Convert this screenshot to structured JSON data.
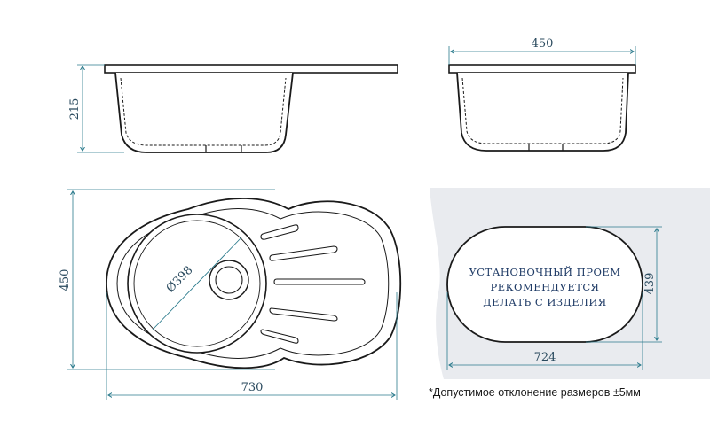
{
  "dimensions": {
    "side_height": "215",
    "front_width": "450",
    "top_height": "450",
    "top_width": "730",
    "bowl_diameter": "Ø398",
    "cutout_height": "439",
    "cutout_width": "724"
  },
  "cutout": {
    "line1": "УСТАНОВОЧНЫЙ ПРОЕМ",
    "line2": "РЕКОМЕНДУЕТСЯ",
    "line3": "ДЕЛАТЬ С ИЗДЕЛИЯ"
  },
  "footnote": "*Допустимое отклонение размеров ±5мм",
  "colors": {
    "dimension": "#2a7a8c",
    "outline": "#1a1a1a",
    "cutout_bg": "#e9ebef"
  }
}
